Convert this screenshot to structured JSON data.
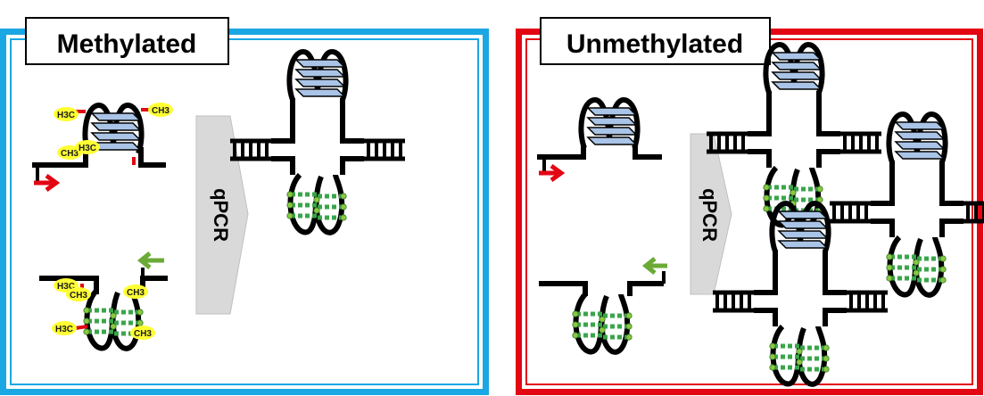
{
  "panels": {
    "left": {
      "title": "Methylated",
      "frame_color": "#1aa7e3"
    },
    "right": {
      "title": "Unmethylated",
      "frame_color": "#e30613"
    }
  },
  "labels": {
    "process": "qPCR"
  },
  "methyl_tags": {
    "ch3": "CH3",
    "h3c": "H3C"
  },
  "colors": {
    "quad_fill": "#a9c4e6",
    "imotif_green": "#3aa54a",
    "imotif_dot": "#8cc63f",
    "methyl_fill": "#ffff33",
    "methyl_link": "#e30613",
    "forward_primer": "#e30613",
    "reverse_primer": "#6aaa35",
    "arrow_fill": "#d9d9d9"
  }
}
